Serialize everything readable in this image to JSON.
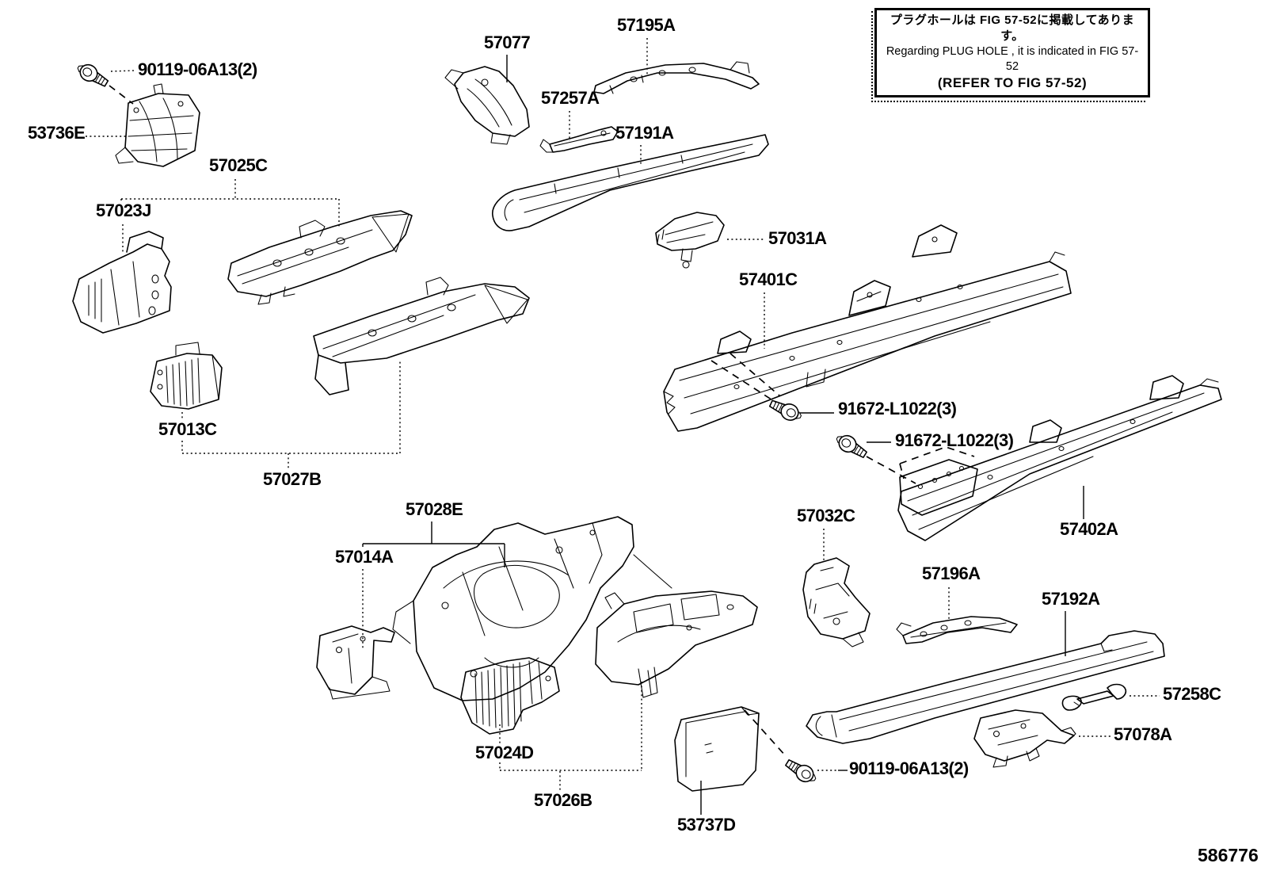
{
  "colors": {
    "ink": "#000000",
    "background": "#ffffff"
  },
  "figure_number": "586776",
  "note_box": {
    "line1_jp": "プラグホールは FIG 57-52に掲載してあります。",
    "line2_en": "Regarding  PLUG  HOLE , it is indicated in FIG 57-52",
    "line3_ref": "(REFER TO FIG 57-52)"
  },
  "part_labels": [
    {
      "text": "90119-06A13(2)"
    },
    {
      "text": "53736E"
    },
    {
      "text": "57025C"
    },
    {
      "text": "57023J"
    },
    {
      "text": "57077"
    },
    {
      "text": "57257A"
    },
    {
      "text": "57195A"
    },
    {
      "text": "57191A"
    },
    {
      "text": "57031A"
    },
    {
      "text": "57401C"
    },
    {
      "text": "91672-L1022(3)"
    },
    {
      "text": "91672-L1022(3)"
    },
    {
      "text": "57402A"
    },
    {
      "text": "57032C"
    },
    {
      "text": "57013C"
    },
    {
      "text": "57027B"
    },
    {
      "text": "57028E"
    },
    {
      "text": "57014A"
    },
    {
      "text": "57024D"
    },
    {
      "text": "57026B"
    },
    {
      "text": "53737D"
    },
    {
      "text": "90119-06A13(2)"
    },
    {
      "text": "57196A"
    },
    {
      "text": "57192A"
    },
    {
      "text": "57258C"
    },
    {
      "text": "57078A"
    }
  ]
}
